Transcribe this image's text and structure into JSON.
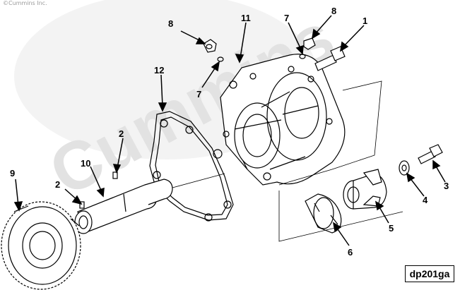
{
  "copyright": "©Cummins Inc.",
  "watermark": "Cummins",
  "figure_id": "dp201ga",
  "callouts": [
    "1",
    "2",
    "2",
    "3",
    "4",
    "5",
    "6",
    "7",
    "7",
    "8",
    "8",
    "9",
    "10",
    "11",
    "12"
  ],
  "colors": {
    "ink": "#000000",
    "watermark": "#eeeeee",
    "background": "#ffffff"
  }
}
